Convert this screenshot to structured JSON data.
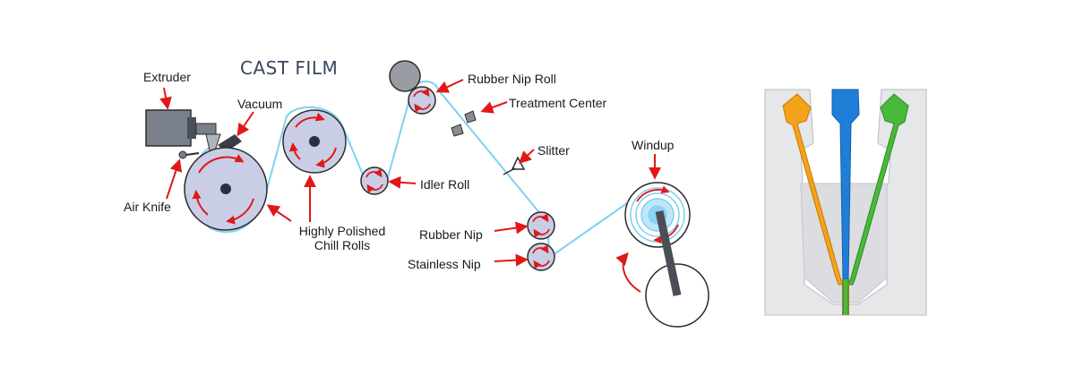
{
  "diagram": {
    "title": "CAST FILM",
    "labels": {
      "extruder": "Extruder",
      "vacuum": "Vacuum",
      "air_knife": "Air Knife",
      "chill_rolls_line1": "Highly Polished",
      "chill_rolls_line2": "Chill Rolls",
      "idler_roll": "Idler Roll",
      "rubber_nip_roll": "Rubber Nip Roll",
      "treatment_center": "Treatment Center",
      "slitter": "Slitter",
      "windup": "Windup",
      "rubber_nip": "Rubber Nip",
      "stainless_nip": "Stainless Nip"
    }
  },
  "colors": {
    "roll_fill": "#c9cde6",
    "roll_outline": "#2b2b2b",
    "film_line": "#7fd0f0",
    "arrow_red": "#e01818",
    "extruder_gray": "#7a7f8c",
    "extruder_dark": "#4a4e57",
    "title_color": "#3a4660",
    "die_bg": "#e6e7e9",
    "channel_orange": "#f5a21b",
    "channel_blue": "#1f7fd8",
    "channel_green": "#4ab83a",
    "outlet_olive": "#6f8a2a"
  }
}
